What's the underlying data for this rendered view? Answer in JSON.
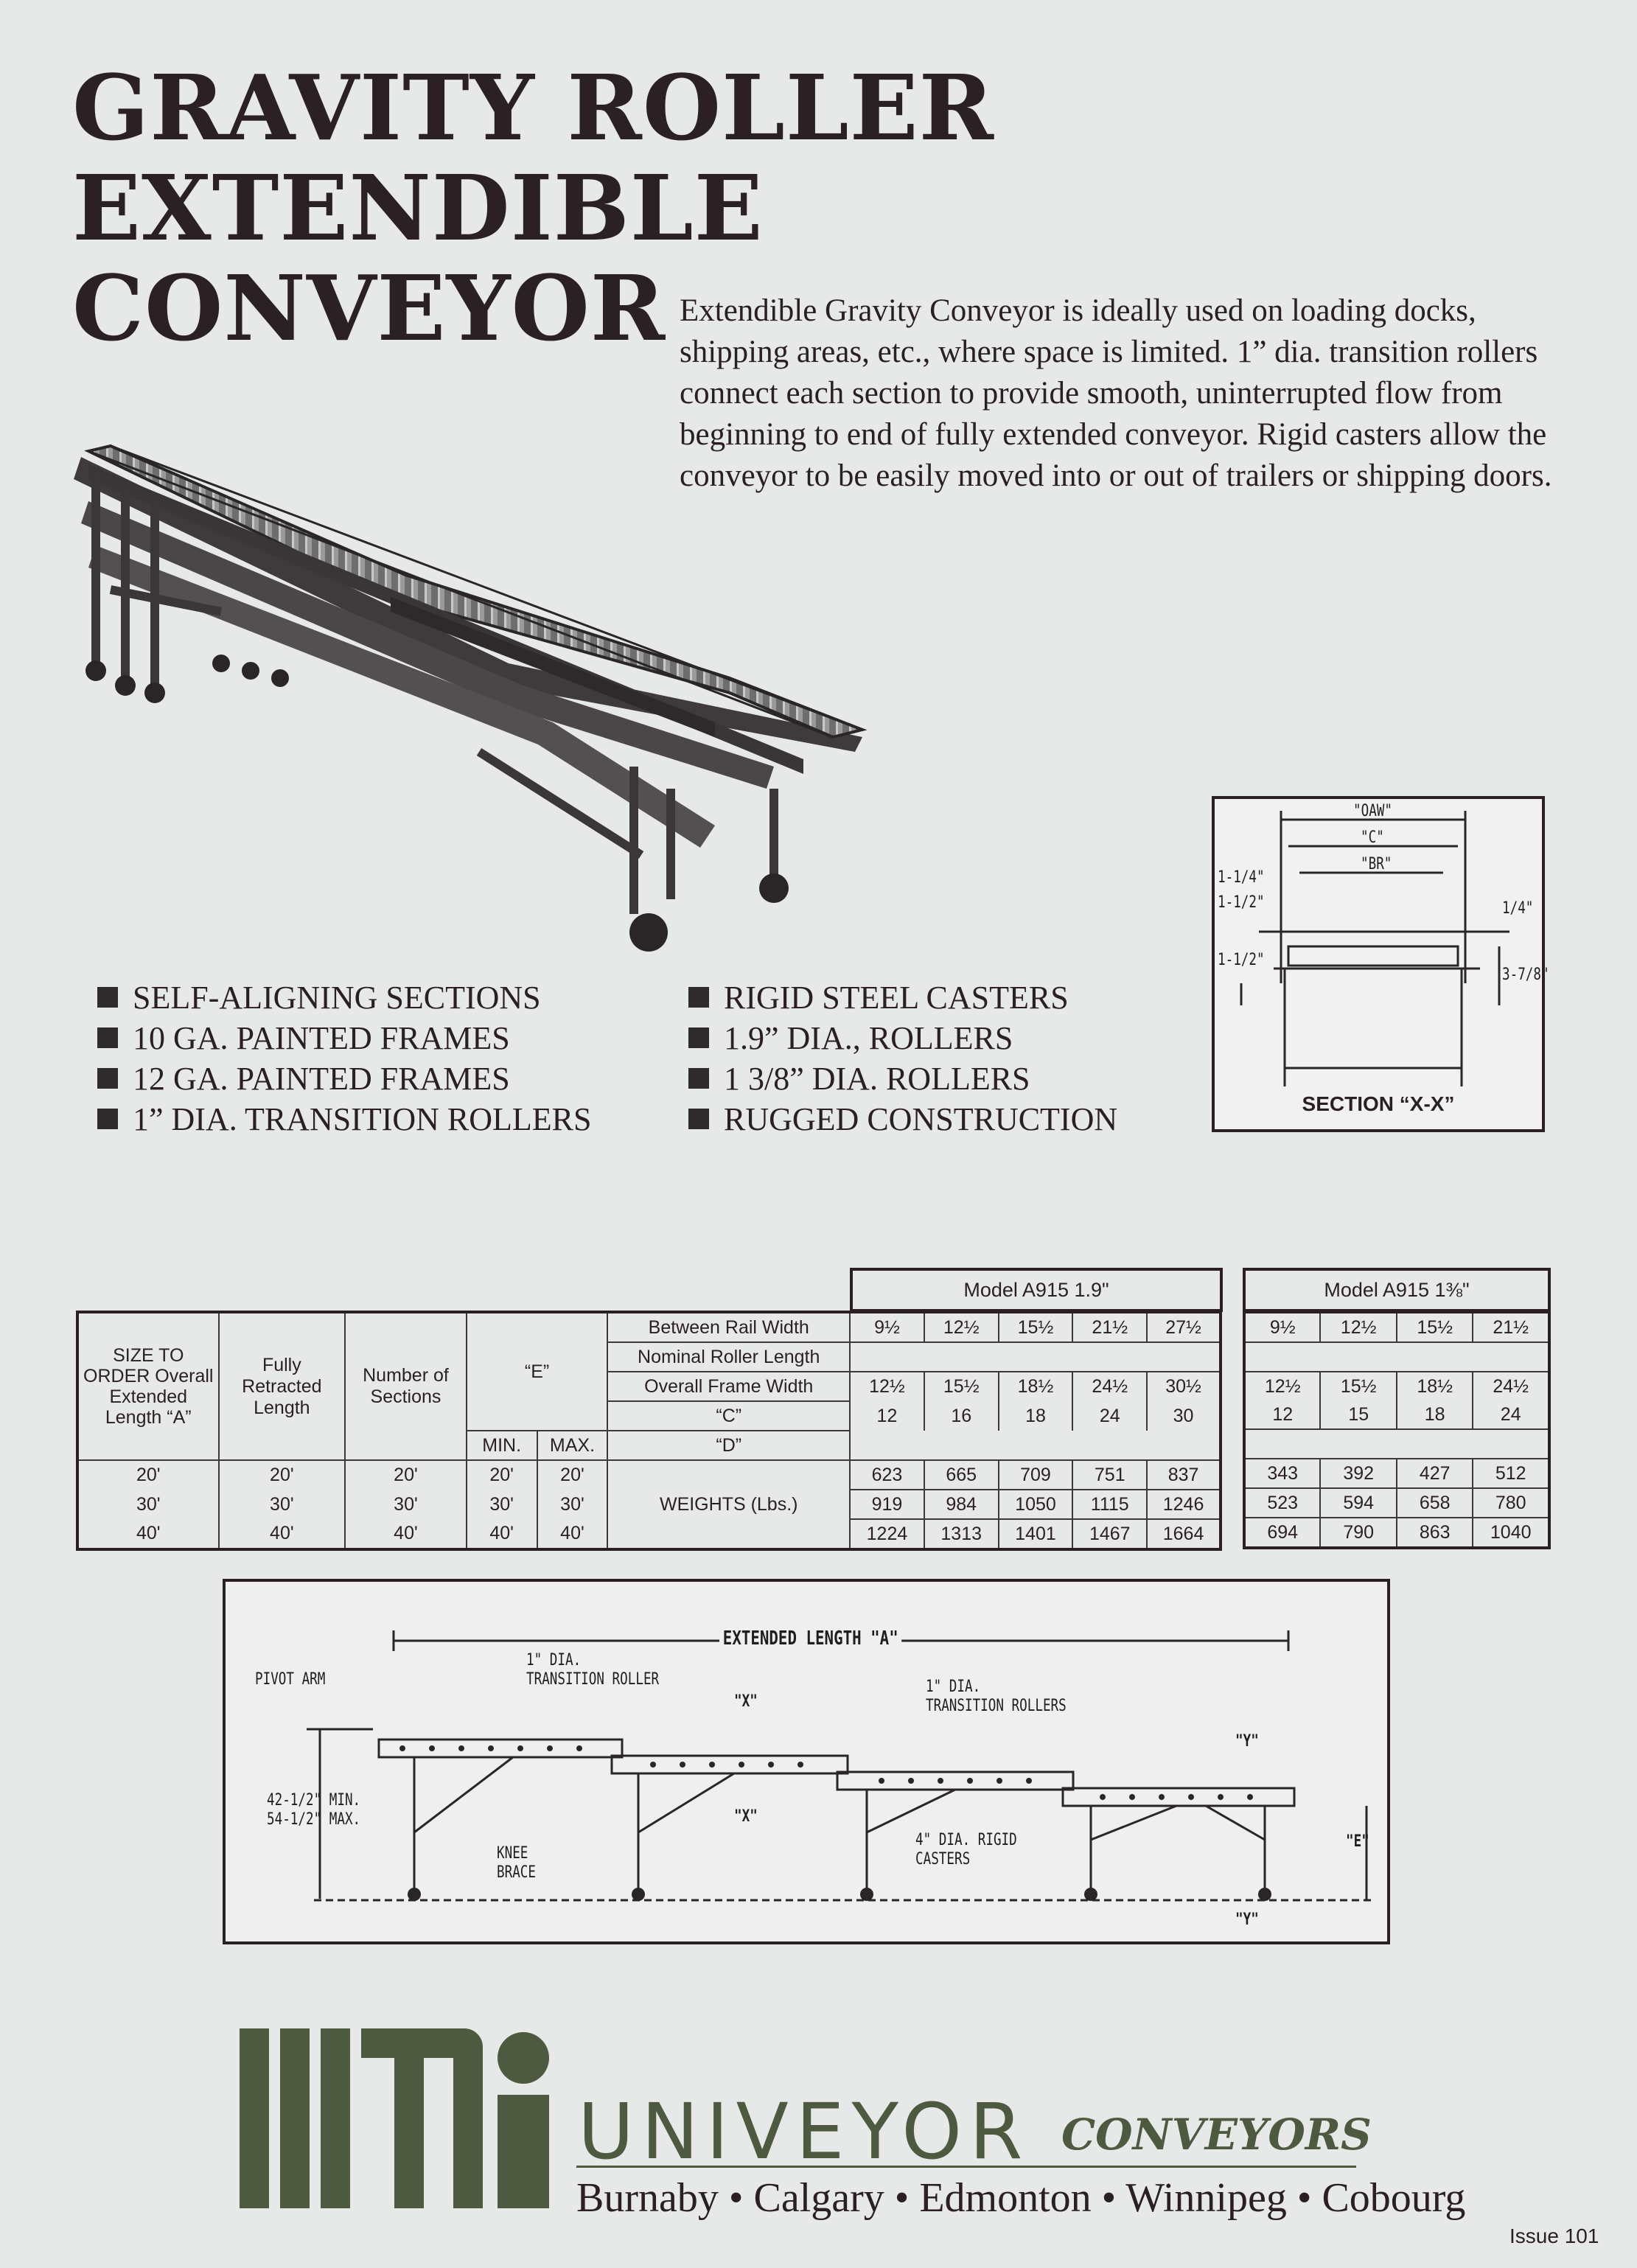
{
  "title": {
    "line1": "GRAVITY ROLLER",
    "line2": "EXTENDIBLE CONVEYOR"
  },
  "intro": "Extendible Gravity Conveyor is ideally used on loading docks, shipping areas, etc., where space is limited. 1” dia. transition rollers connect each section to provide smooth, uninterrupted flow from beginning to end of fully extended conveyor. Rigid casters allow the conveyor to be easily moved into or out of trailers or shipping doors.",
  "features_left": [
    "SELF-ALIGNING SECTIONS",
    "10 GA. PAINTED FRAMES",
    "12 GA. PAINTED FRAMES",
    "1” DIA. TRANSITION ROLLERS"
  ],
  "features_right": [
    "RIGID STEEL CASTERS",
    "1.9” DIA., ROLLERS",
    "1 3/8” DIA. ROLLERS",
    "RUGGED CONSTRUCTION"
  ],
  "section": {
    "label": "SECTION “X-X”",
    "oaw": "\"OAW\"",
    "c": "\"C\"",
    "br": "\"BR\"",
    "d1": "1-1/4\"",
    "d2": "1-1/2\"",
    "d3": "1-1/2\"",
    "d4": "1/4\"",
    "d5": "3-7/8\""
  },
  "table": {
    "col_size": "SIZE TO ORDER Overall Extended Length “A”",
    "col_retracted": "Fully Retracted Length",
    "col_sections": "Number of Sections",
    "col_e": "“E”",
    "min": "MIN.",
    "max": "MAX.",
    "row_labels": [
      "Between Rail Width",
      "Nominal Roller Length",
      "Overall Frame Width",
      "“C”",
      "“D”"
    ],
    "weights_label": "WEIGHTS (Lbs.)",
    "rows": [
      {
        "size": "20'",
        "retracted": "20'",
        "sections": "20'",
        "min": "20'",
        "max": "20'"
      },
      {
        "size": "30'",
        "retracted": "30'",
        "sections": "30'",
        "min": "30'",
        "max": "30'"
      },
      {
        "size": "40'",
        "retracted": "40'",
        "sections": "40'",
        "min": "40'",
        "max": "40'"
      }
    ],
    "model_a": {
      "title": "Model  A915  1.9\"",
      "rail": [
        "9½",
        "12½",
        "15½",
        "21½",
        "27½"
      ],
      "frame": [
        "12½",
        "15½",
        "18½",
        "24½",
        "30½"
      ],
      "c": [
        "12",
        "16",
        "18",
        "24",
        "30"
      ],
      "weights": [
        [
          "623",
          "665",
          "709",
          "751",
          "837"
        ],
        [
          "919",
          "984",
          "1050",
          "1115",
          "1246"
        ],
        [
          "1224",
          "1313",
          "1401",
          "1467",
          "1664"
        ]
      ]
    },
    "model_b": {
      "title": "Model  A915  1⅜\"",
      "rail": [
        "9½",
        "12½",
        "15½",
        "21½"
      ],
      "frame": [
        "12½",
        "15½",
        "18½",
        "24½"
      ],
      "c": [
        "12",
        "15",
        "18",
        "24"
      ],
      "weights": [
        [
          "343",
          "392",
          "427",
          "512"
        ],
        [
          "523",
          "594",
          "658",
          "780"
        ],
        [
          "694",
          "790",
          "863",
          "1040"
        ]
      ]
    }
  },
  "diagram": {
    "extended": "EXTENDED LENGTH \"A\"",
    "pivot": "PIVOT ARM",
    "trans1": "1\" DIA.\nTRANSITION ROLLER",
    "trans2": "1\" DIA.\nTRANSITION ROLLERS",
    "x_top": "\"X\"",
    "x_mid": "\"X\"",
    "y_top": "\"Y\"",
    "y_bot": "\"Y\"",
    "height": "42-1/2\" MIN.\n54-1/2\" MAX.",
    "knee": "KNEE\nBRACE",
    "casters": "4\" DIA. RIGID\nCASTERS",
    "e": "\"E\""
  },
  "brand": {
    "name": "UNIVEYOR",
    "sub": "CONVEYORS",
    "locations": "Burnaby • Calgary • Edmonton • Winnipeg • Cobourg",
    "colors": {
      "brand_green": "#4e5a3f"
    }
  },
  "issue": "Issue 101"
}
